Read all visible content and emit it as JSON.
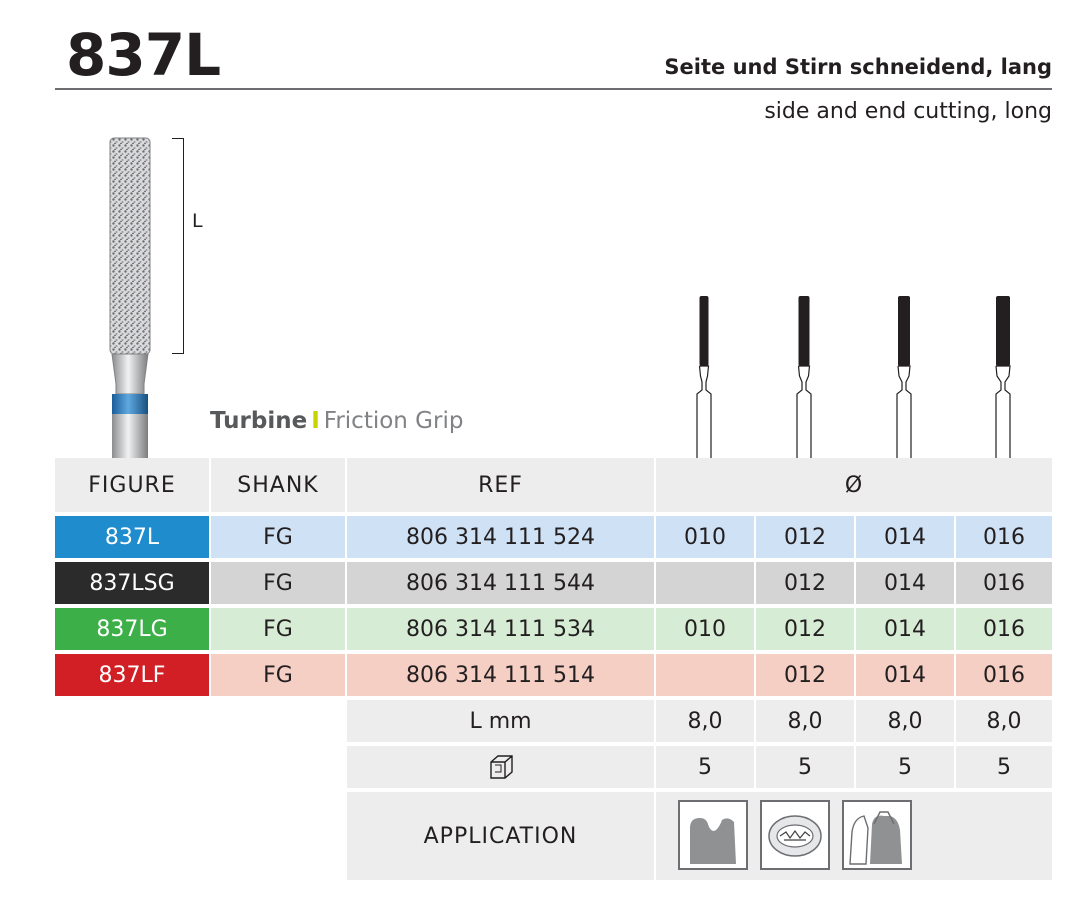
{
  "header": {
    "title": "837L",
    "subtitle_de": "Seite und Stirn schneidend, lang",
    "subtitle_en": "side and end cutting, long"
  },
  "figure": {
    "length_label": "L",
    "grip_bold": "Turbine",
    "grip_separator": "I",
    "grip_light": "Friction Grip"
  },
  "table": {
    "headers": {
      "figure": "FIGURE",
      "shank": "SHANK",
      "ref": "REF",
      "diameter": "Ø"
    },
    "rows": [
      {
        "figure": "837L",
        "shank": "FG",
        "ref": "806 314 111 524",
        "d": [
          "010",
          "012",
          "014",
          "016"
        ],
        "color": "#1e8ccd",
        "tint": "#cfe1f4"
      },
      {
        "figure": "837LSG",
        "shank": "FG",
        "ref": "806 314 111 544",
        "d": [
          "",
          "012",
          "014",
          "016"
        ],
        "color": "#2b2b2b",
        "tint": "#d4d4d4"
      },
      {
        "figure": "837LG",
        "shank": "FG",
        "ref": "806 314 111 534",
        "d": [
          "010",
          "012",
          "014",
          "016"
        ],
        "color": "#3daf48",
        "tint": "#d6ecd4"
      },
      {
        "figure": "837LF",
        "shank": "FG",
        "ref": "806 314 111 514",
        "d": [
          "",
          "012",
          "014",
          "016"
        ],
        "color": "#d21f26",
        "tint": "#f6cfc4"
      }
    ],
    "lmm_label": "L mm",
    "lmm_values": [
      "8,0",
      "8,0",
      "8,0",
      "8,0"
    ],
    "pack_icon": "package-box-icon",
    "pack_values": [
      "5",
      "5",
      "5",
      "5"
    ],
    "application_label": "APPLICATION",
    "application_icons": [
      "cavity-preparation-icon",
      "occlusal-view-icon",
      "crown-preparation-icon"
    ]
  }
}
